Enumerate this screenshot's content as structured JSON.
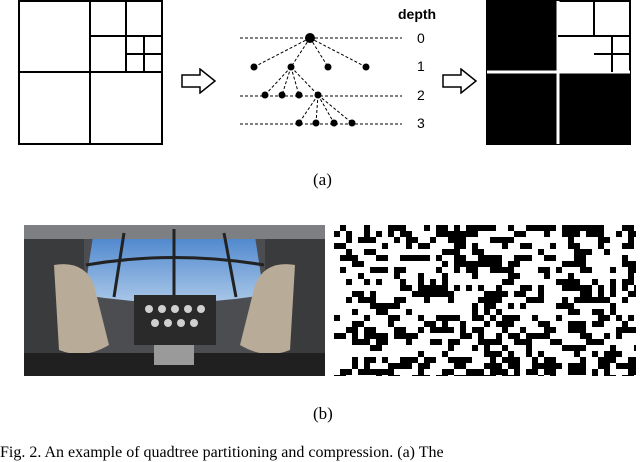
{
  "figure": {
    "panel_a": {
      "depth_header": "depth",
      "depth_levels": [
        "0",
        "1",
        "2",
        "3"
      ],
      "label": "(a)"
    },
    "panel_b": {
      "label": "(b)"
    },
    "caption_fragment": "Fig. 2.   An example of quadtree partitioning and compression. (a) The"
  },
  "colors": {
    "ink": "#000000",
    "paper": "#ffffff",
    "sky": "#5a96d8",
    "cockpit_dark": "#2b2b2b",
    "seat": "#b8ab97"
  },
  "icons": {
    "arrow1": "right-arrow-icon",
    "arrow2": "right-arrow-icon"
  }
}
